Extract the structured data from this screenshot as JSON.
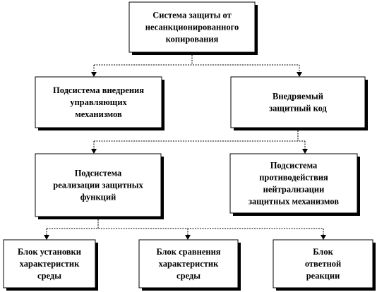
{
  "nodes": [
    {
      "id": "root",
      "lines": [
        "Система защиты от",
        "несанкционированного",
        "копирования"
      ]
    },
    {
      "id": "embed",
      "lines": [
        "Подсистема внедрения",
        "управляющих",
        "механизмов"
      ]
    },
    {
      "id": "code",
      "lines": [
        "Внедряемый",
        "защитный код"
      ]
    },
    {
      "id": "impl",
      "lines": [
        "Подсистема",
        "реализации защитных",
        "функций"
      ]
    },
    {
      "id": "counter",
      "lines": [
        "Подсистема",
        "противодействия",
        "нейтрализации",
        "защитных механизмов"
      ]
    },
    {
      "id": "env_set",
      "lines": [
        "Блок установки",
        "характеристик",
        "среды"
      ]
    },
    {
      "id": "env_cmp",
      "lines": [
        "Блок сравнения",
        "характеристик",
        "среды"
      ]
    },
    {
      "id": "response",
      "lines": [
        "Блок",
        "ответной",
        "реакции"
      ]
    }
  ],
  "edges": [
    {
      "from": "root",
      "to": "embed"
    },
    {
      "from": "root",
      "to": "code"
    },
    {
      "from": "code",
      "to": "impl"
    },
    {
      "from": "code",
      "to": "counter"
    },
    {
      "from": "impl",
      "to": "env_set"
    },
    {
      "from": "impl",
      "to": "env_cmp"
    },
    {
      "from": "impl",
      "to": "response"
    }
  ]
}
